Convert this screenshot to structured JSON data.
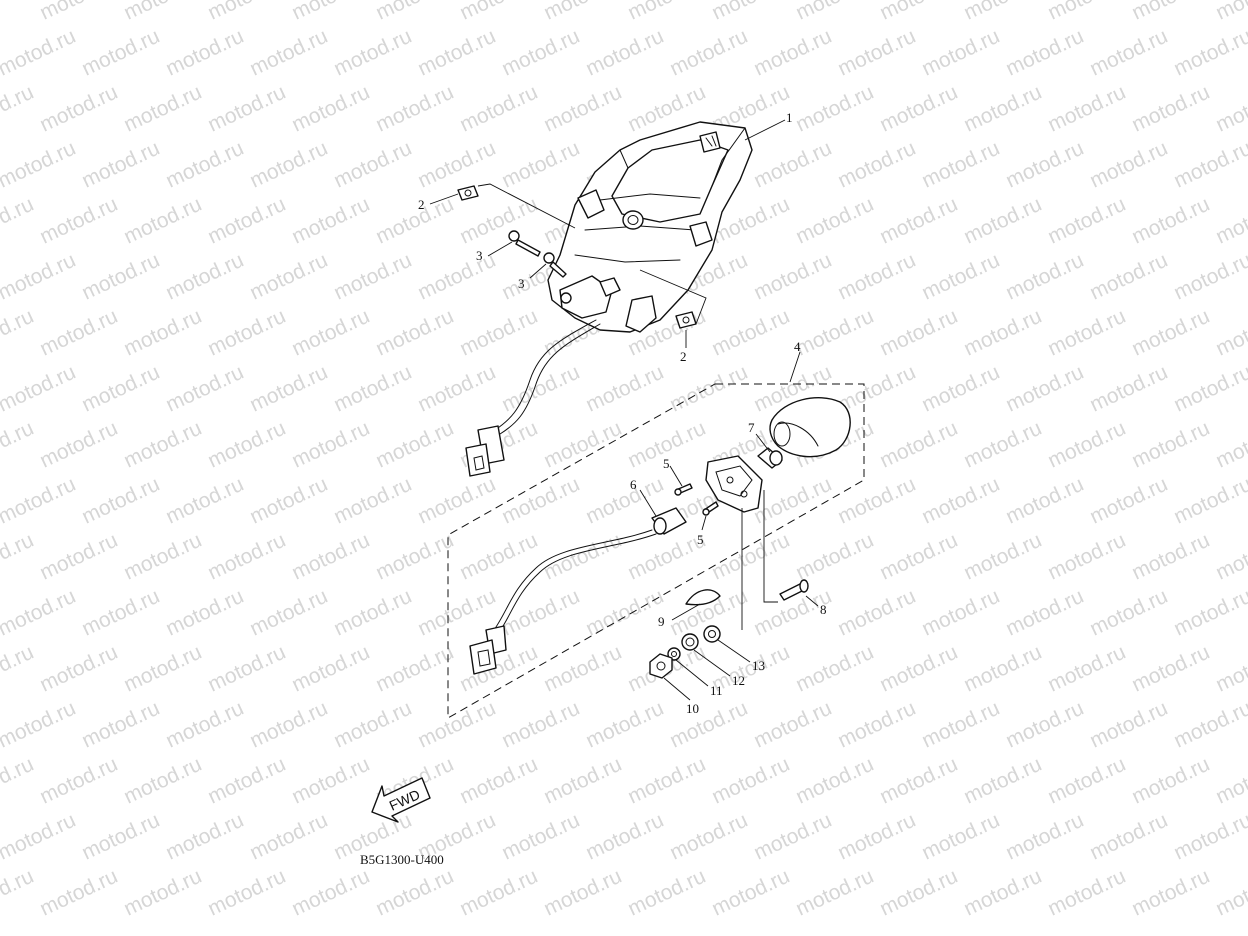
{
  "watermark": "motod.ru",
  "diagram_code": "B5G1300-U400",
  "fwd_label": "FWD",
  "callouts": [
    {
      "label": "1"
    },
    {
      "label": "2"
    },
    {
      "label": "2"
    },
    {
      "label": "3"
    },
    {
      "label": "3"
    },
    {
      "label": "4"
    },
    {
      "label": "5"
    },
    {
      "label": "5"
    },
    {
      "label": "6"
    },
    {
      "label": "7"
    },
    {
      "label": "8"
    },
    {
      "label": "9"
    },
    {
      "label": "10"
    },
    {
      "label": "11"
    },
    {
      "label": "12"
    },
    {
      "label": "13"
    }
  ],
  "colors": {
    "line": "#111111",
    "watermark": "#d6d6d6",
    "background": "#ffffff"
  }
}
